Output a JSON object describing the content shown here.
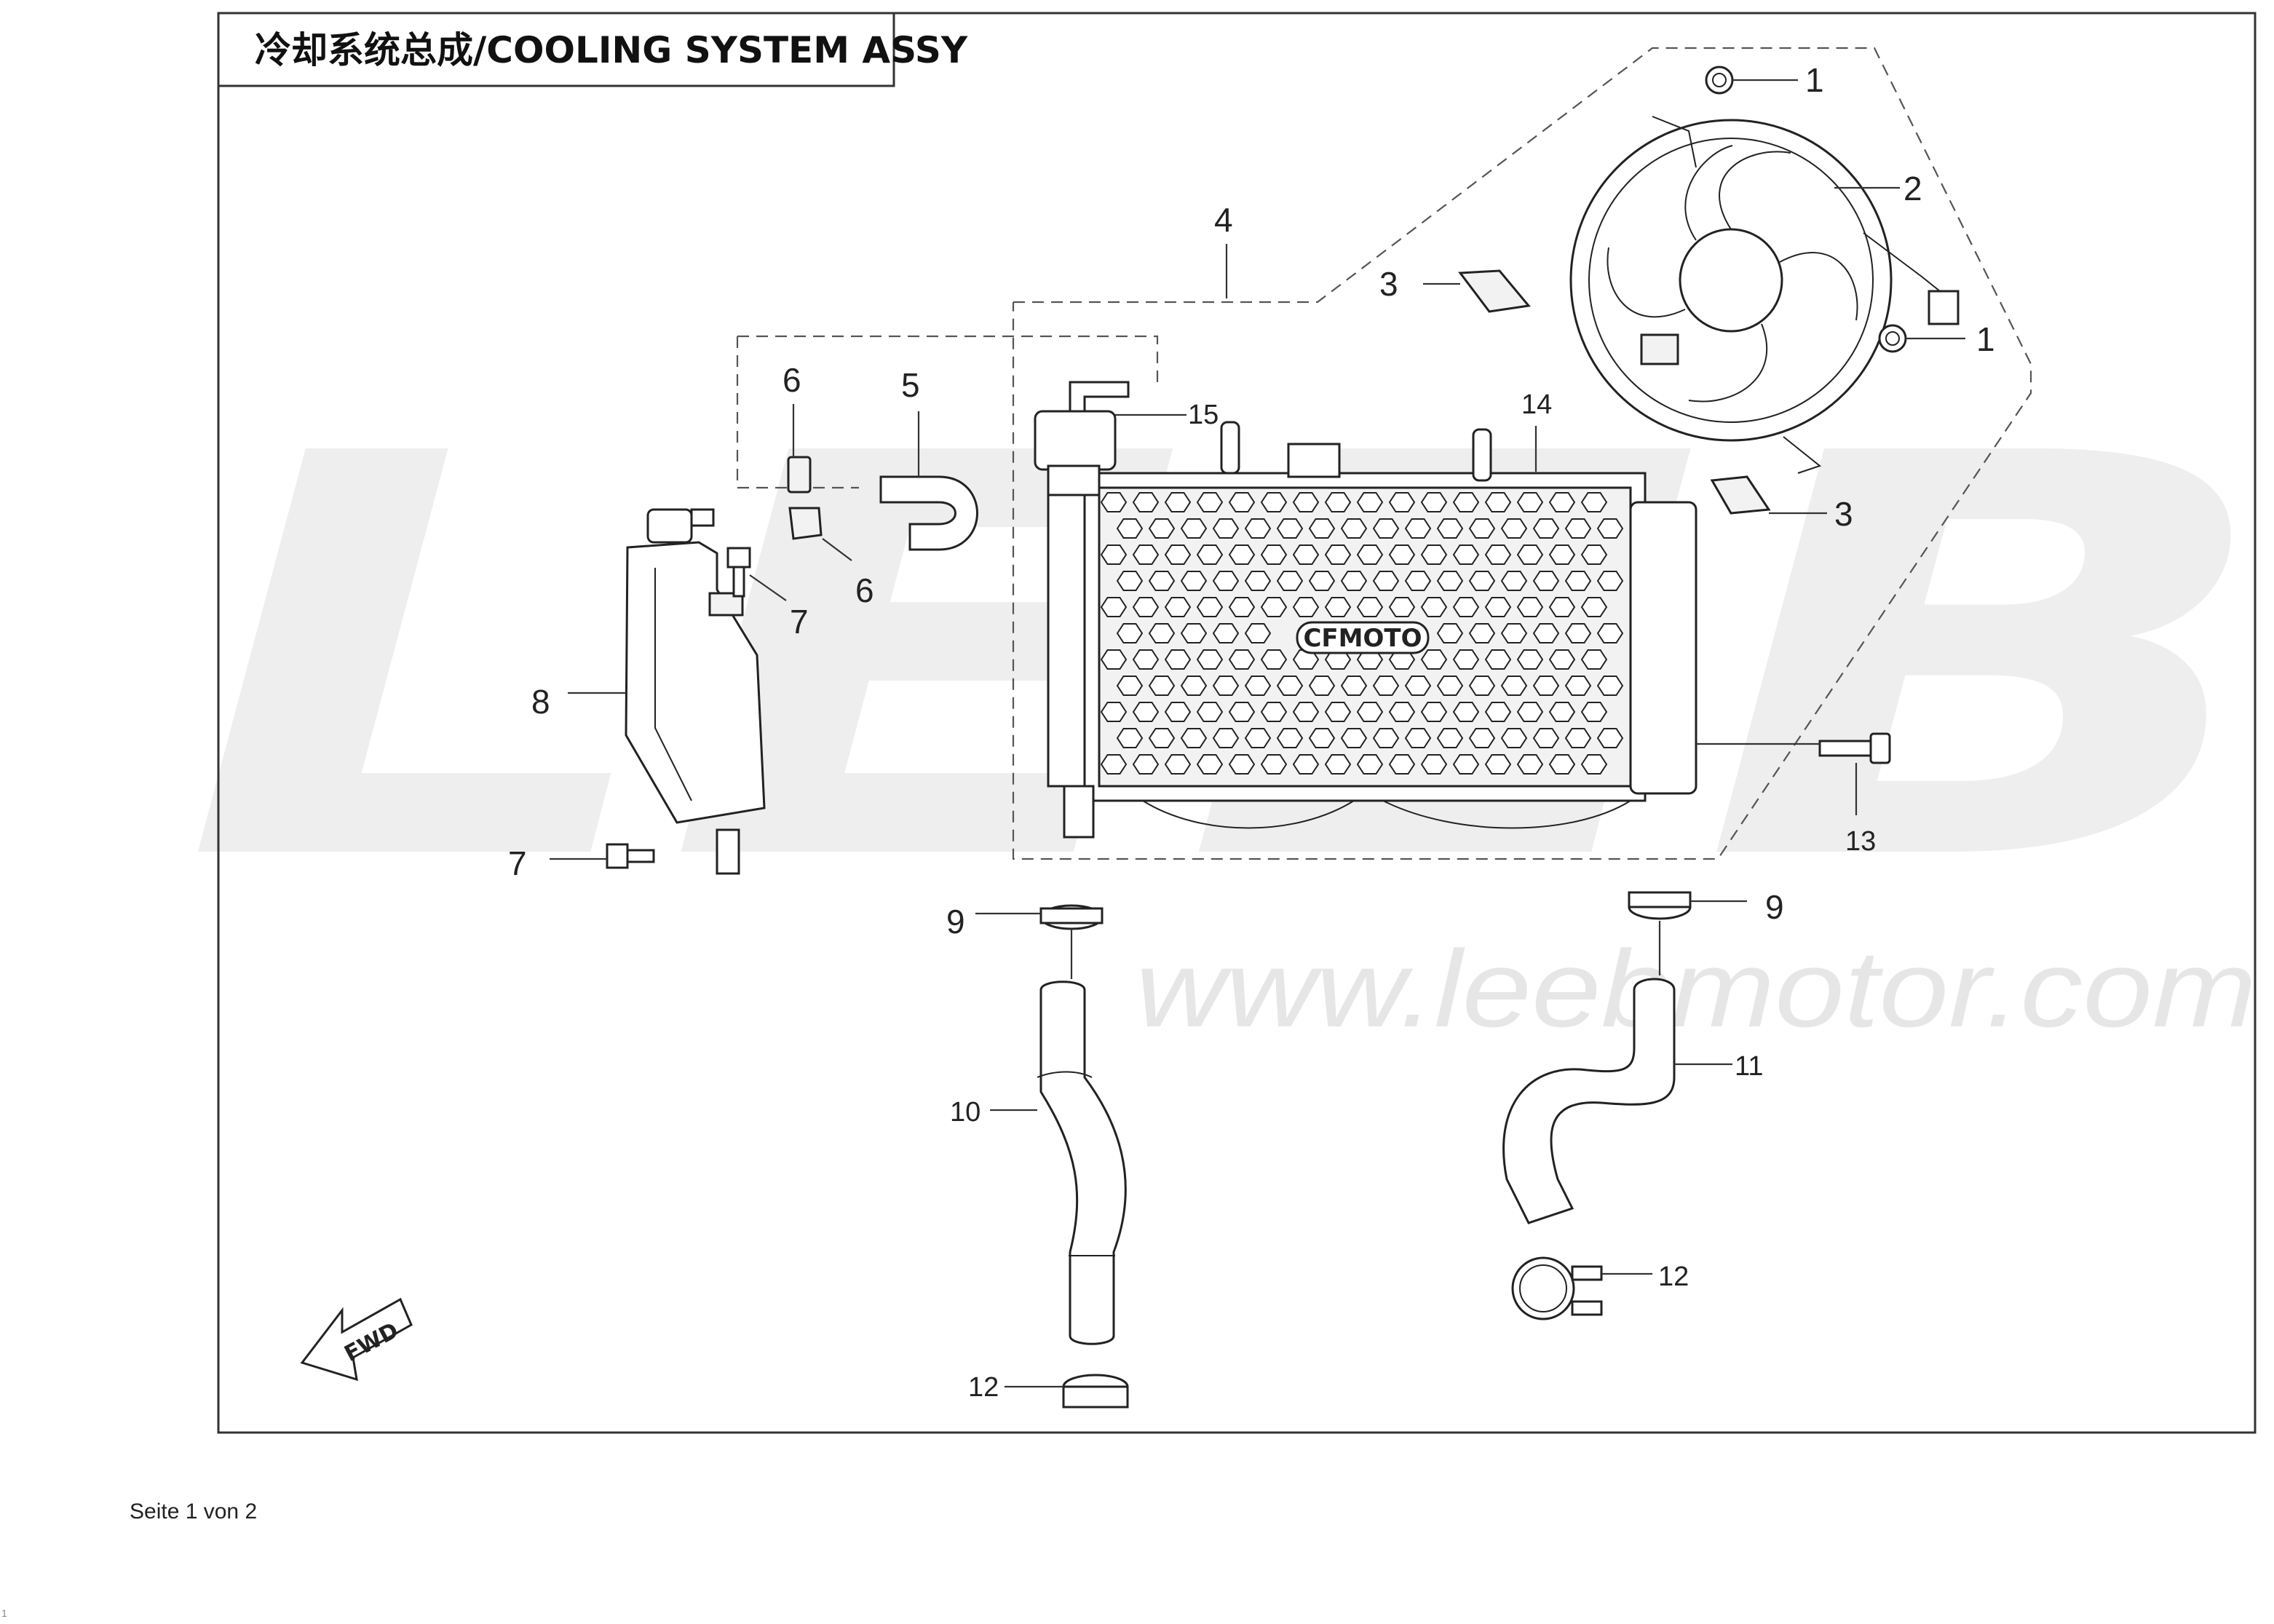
{
  "document": {
    "title": "冷却系统总成/COOLING SYSTEM ASSY",
    "footer": "Seite 1 von 2",
    "corner_mark": "1"
  },
  "watermark": {
    "letters": "LEEB",
    "url": "www.leebmotor.com"
  },
  "markings": {
    "radiator_logo": "CFMOTO",
    "fwd_arrow": "FWD"
  },
  "callouts": {
    "n1a": "1",
    "n1b": "1",
    "n2": "2",
    "n3a": "3",
    "n3b": "3",
    "n4": "4",
    "n5": "5",
    "n6a": "6",
    "n6b": "6",
    "n7a": "7",
    "n7b": "7",
    "n8": "8",
    "n9a": "9",
    "n9b": "9",
    "n10": "10",
    "n11": "11",
    "n12a": "12",
    "n12b": "12",
    "n13": "13",
    "n14": "14",
    "n15": "15"
  }
}
